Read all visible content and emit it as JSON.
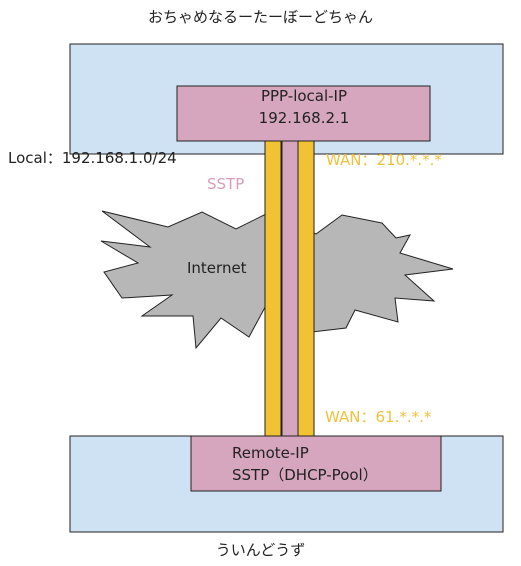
{
  "diagram": {
    "top_site": {
      "name": "おちゃめなるーたーぼーどちゃん",
      "local_network": "Local：192.168.1.0/24",
      "ppp_box": [
        "PPP-local-IP",
        "192.168.2.1"
      ]
    },
    "tunnel": {
      "sstp": "SSTP",
      "wan_top": "WAN：210.*.*.*",
      "wan_bottom": "WAN：61.*.*.*"
    },
    "cloud": {
      "label": "Internet"
    },
    "bottom_site": {
      "name": "ういんどうず",
      "remote_box": [
        "Remote-IP",
        "SSTP（DHCP-Pool）"
      ]
    },
    "colors": {
      "site_fill": "#cfe2f3",
      "box_fill": "#d5a6bd",
      "wan_line": "#f1c232",
      "cloud_fill": "#b7b7b7",
      "sstp_text": "#d89cb8",
      "wan_text": "#f0c23c"
    }
  }
}
